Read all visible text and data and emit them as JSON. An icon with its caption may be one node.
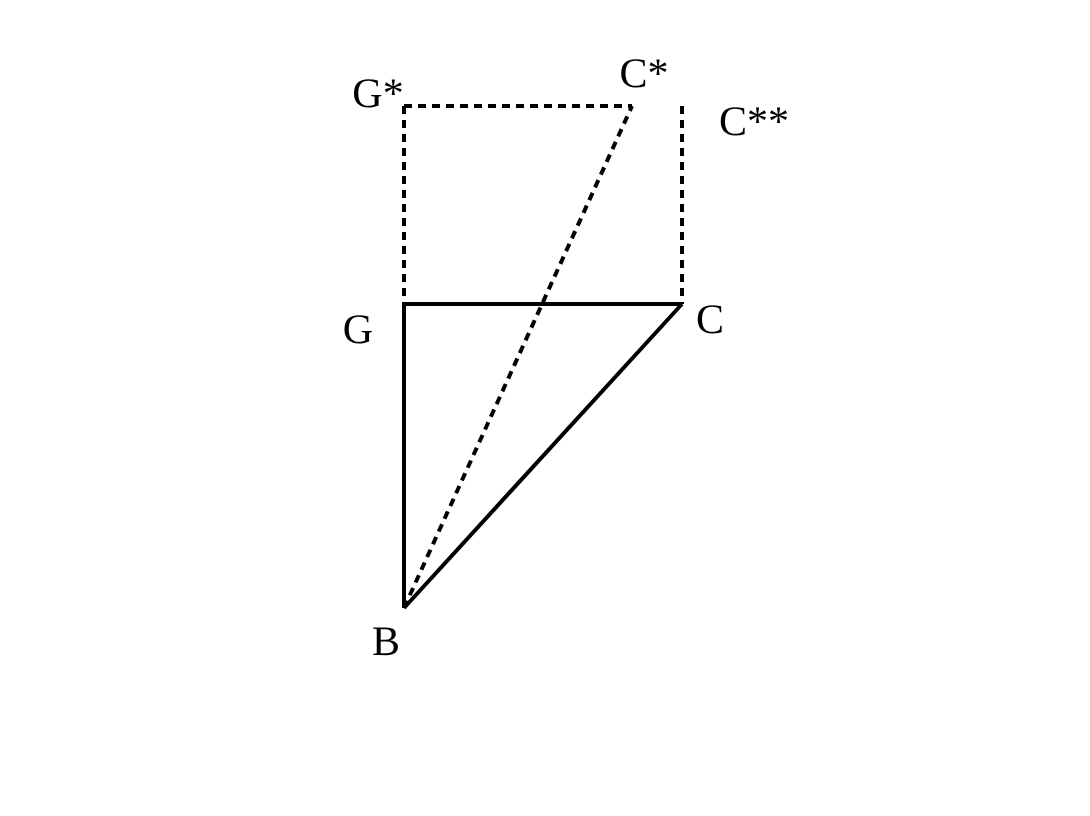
{
  "diagram": {
    "nodes": [
      {
        "text": [
          "G*"
        ]
      },
      {
        "text": [
          "C*"
        ]
      },
      {
        "text": [
          "C**"
        ]
      },
      {
        "text": [
          "G"
        ]
      },
      {
        "text": [
          "C"
        ]
      },
      {
        "text": [
          "B"
        ]
      }
    ],
    "edges": [
      {
        "from": 0,
        "to": 1,
        "arrow": "none",
        "style": "dashed"
      },
      {
        "from": 0,
        "to": 3,
        "arrow": "none",
        "style": "dashed"
      },
      {
        "from": 2,
        "to": 4,
        "arrow": "none",
        "style": "dashed"
      },
      {
        "from": 3,
        "to": 4,
        "arrow": "none"
      },
      {
        "from": 3,
        "to": 5,
        "arrow": "none"
      },
      {
        "from": 5,
        "to": 4,
        "arrow": "none"
      },
      {
        "from": 5,
        "to": 1,
        "arrow": "none",
        "style": "dashed"
      }
    ]
  }
}
